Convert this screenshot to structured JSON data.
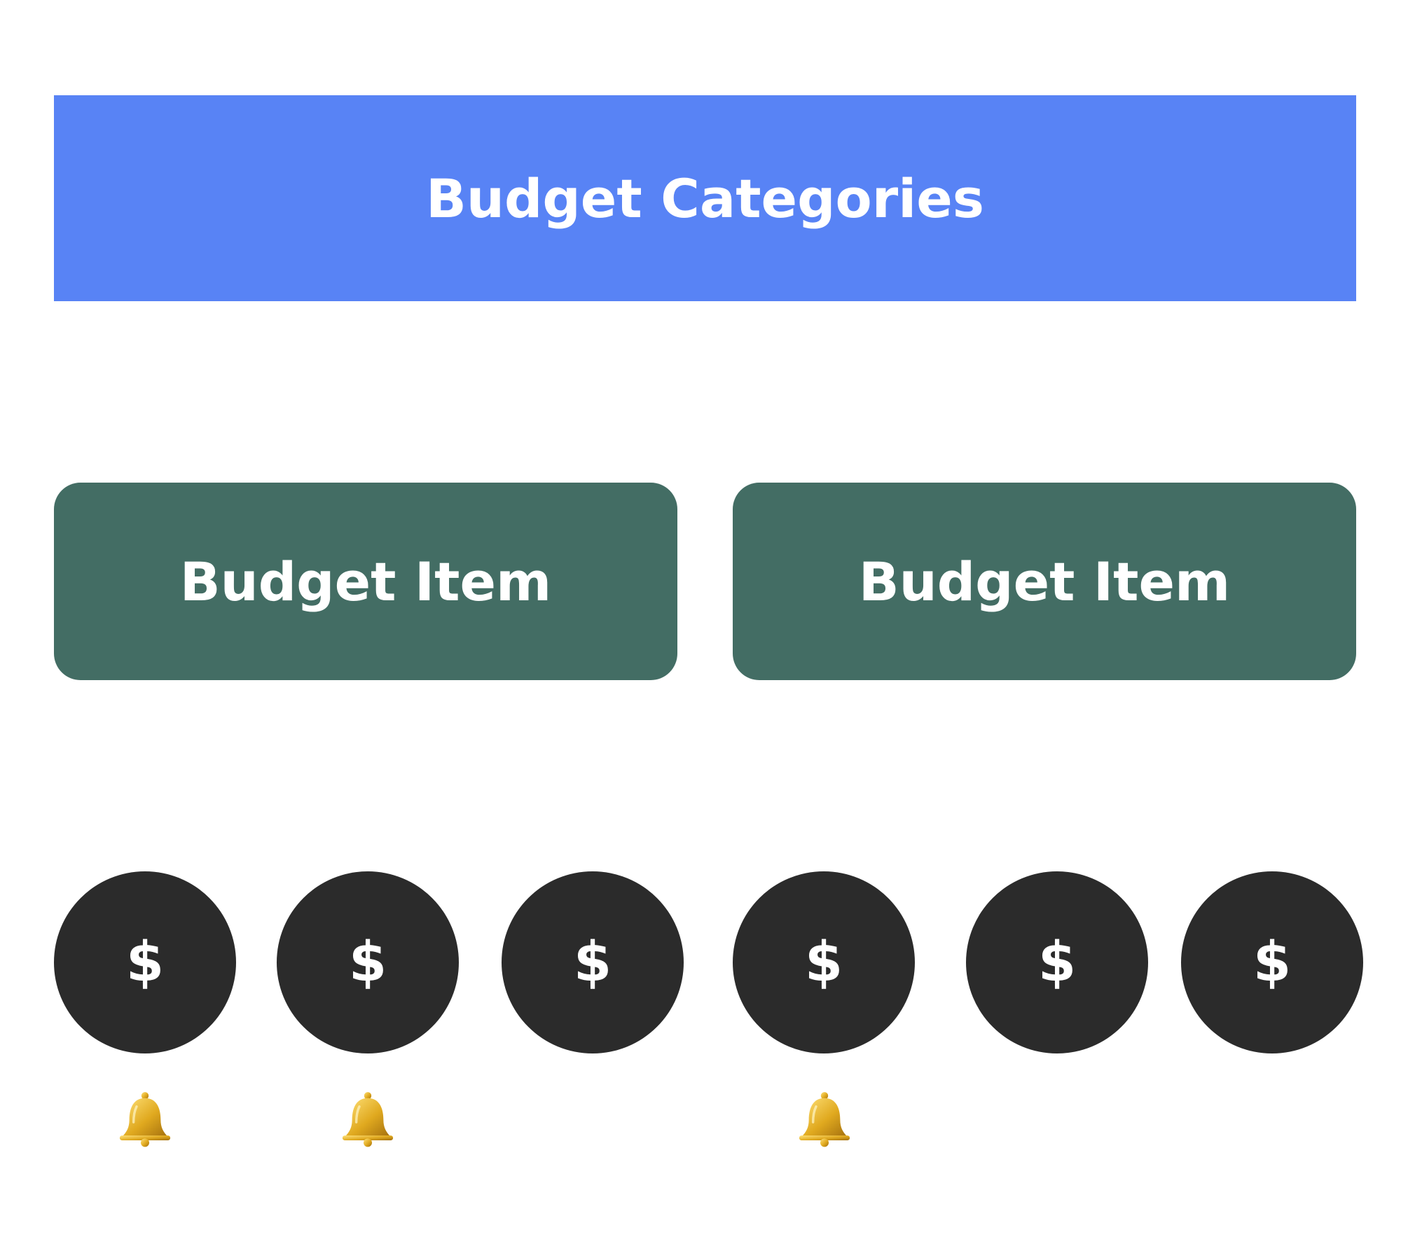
{
  "colors": {
    "header_bg": "#5883f5",
    "item_bg": "#436d64",
    "coin_bg": "#2b2b2b",
    "text": "#ffffff",
    "bell": "#e0a91f"
  },
  "header": {
    "title": "Budget Categories"
  },
  "items": [
    {
      "label": "Budget Item"
    },
    {
      "label": "Budget Item"
    }
  ],
  "coins": [
    {
      "symbol": "$",
      "alert": true,
      "alert_icon": "bell-icon"
    },
    {
      "symbol": "$",
      "alert": true,
      "alert_icon": "bell-icon"
    },
    {
      "symbol": "$",
      "alert": false
    },
    {
      "symbol": "$",
      "alert": true,
      "alert_icon": "bell-icon"
    },
    {
      "symbol": "$",
      "alert": false
    },
    {
      "symbol": "$",
      "alert": false
    }
  ]
}
